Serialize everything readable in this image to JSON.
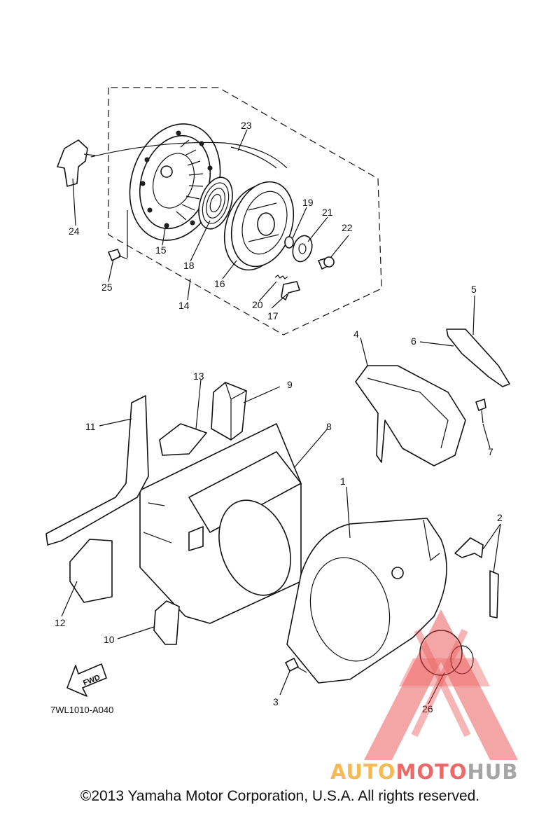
{
  "diagram": {
    "callouts": [
      {
        "id": "1",
        "label": "1"
      },
      {
        "id": "2",
        "label": "2"
      },
      {
        "id": "3",
        "label": "3"
      },
      {
        "id": "4",
        "label": "4"
      },
      {
        "id": "5",
        "label": "5"
      },
      {
        "id": "6",
        "label": "6"
      },
      {
        "id": "7",
        "label": "7"
      },
      {
        "id": "8",
        "label": "8"
      },
      {
        "id": "9",
        "label": "9"
      },
      {
        "id": "10",
        "label": "10"
      },
      {
        "id": "11",
        "label": "11"
      },
      {
        "id": "12",
        "label": "12"
      },
      {
        "id": "13",
        "label": "13"
      },
      {
        "id": "14",
        "label": "14"
      },
      {
        "id": "15",
        "label": "15"
      },
      {
        "id": "16",
        "label": "16"
      },
      {
        "id": "17",
        "label": "17"
      },
      {
        "id": "18",
        "label": "18"
      },
      {
        "id": "19",
        "label": "19"
      },
      {
        "id": "20",
        "label": "20"
      },
      {
        "id": "21",
        "label": "21"
      },
      {
        "id": "22",
        "label": "22"
      },
      {
        "id": "23",
        "label": "23"
      },
      {
        "id": "24",
        "label": "24"
      },
      {
        "id": "25",
        "label": "25"
      },
      {
        "id": "26",
        "label": "26"
      }
    ],
    "fwd_label": "FWD",
    "diagram_code": "7WL1010-A040"
  },
  "watermark": {
    "part1": "AUTO",
    "part2": "MOTO",
    "part3": "HUB",
    "color_orange": "#f5a623",
    "color_red": "#e84040",
    "color_gray": "#8c8c8c"
  },
  "footer": {
    "copyright": "©2013 Yamaha Motor Corporation, U.S.A. All rights reserved."
  }
}
